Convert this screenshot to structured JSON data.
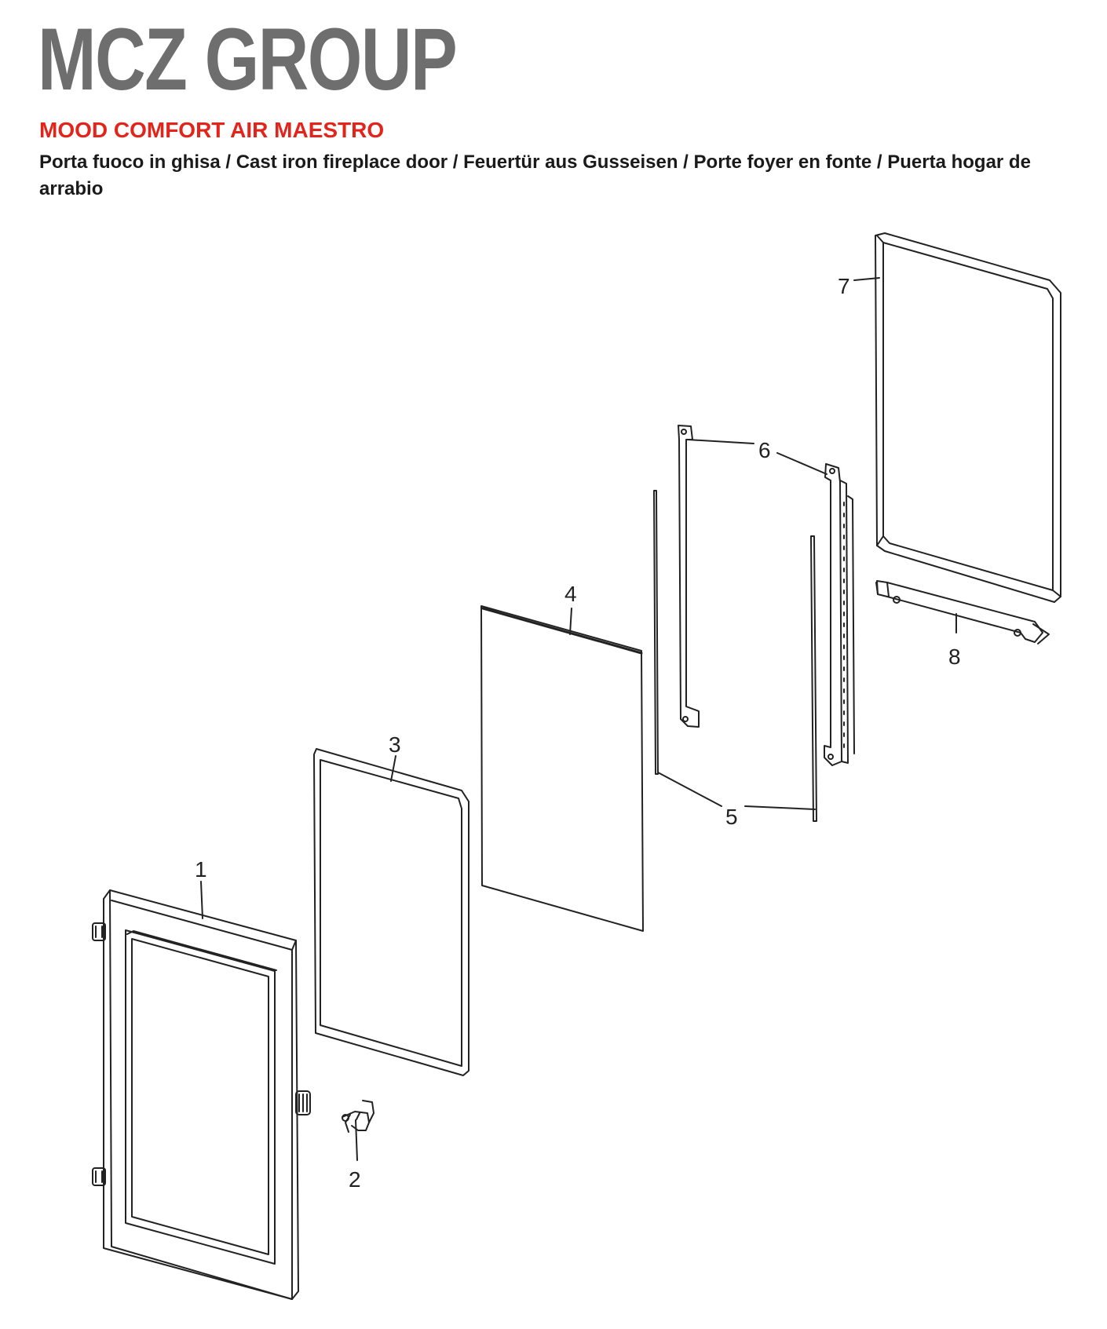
{
  "header": {
    "brand": "MCZ GROUP",
    "model": "MOOD COMFORT AIR MAESTRO",
    "description": "Porta fuoco in ghisa / Cast iron fireplace door / Feuertür aus Gusseisen / Porte foyer en fonte / Puerta hogar de arrabio"
  },
  "parts": {
    "p1": "1",
    "p2": "2",
    "p3": "3",
    "p4": "4",
    "p5": "5",
    "p6": "6",
    "p7": "7",
    "p8": "8"
  },
  "colors": {
    "brand": "#6e6e6e",
    "model": "#e2241a",
    "line": "#222222"
  }
}
